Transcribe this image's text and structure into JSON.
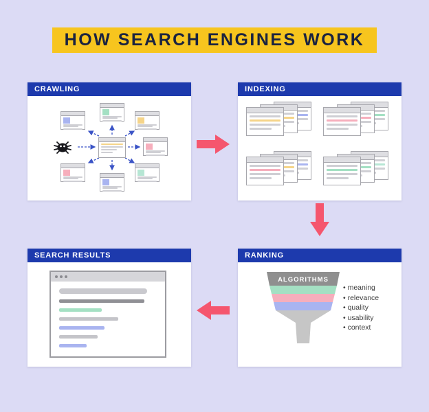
{
  "title": "HOW SEARCH ENGINES WORK",
  "panels": {
    "crawling": {
      "label": "CRAWLING"
    },
    "indexing": {
      "label": "INDEXING"
    },
    "ranking": {
      "label": "RANKING",
      "funnel_label": "ALGORITHMS",
      "criteria": [
        "meaning",
        "relevance",
        "quality",
        "usability",
        "context"
      ]
    },
    "search_results": {
      "label": "SEARCH RESULTS"
    }
  },
  "icons": {
    "spider": "crawler-spider-icon",
    "flow_arrows": [
      "arrow-right-icon",
      "arrow-down-icon",
      "arrow-left-icon"
    ],
    "browser_controls": "window-dots-icon"
  },
  "colors": {
    "background": "#dcdbf5",
    "banner_bg": "#f7c51e",
    "banner_text": "#1a2340",
    "panel_header_bg": "#1d3aad",
    "panel_header_text": "#ffffff",
    "panel_bg": "#ffffff",
    "flow_arrow": "#f5566e",
    "link_arrow": "#3a53c6",
    "accent_blue": "#a9b4f0",
    "accent_green": "#a4e0c3",
    "accent_yellow": "#f5d489",
    "accent_pink": "#f6aebc",
    "accent_teal": "#b6e6d4",
    "funnel_top": "#8f8f8f",
    "funnel_stem": "#c6c6c6"
  }
}
